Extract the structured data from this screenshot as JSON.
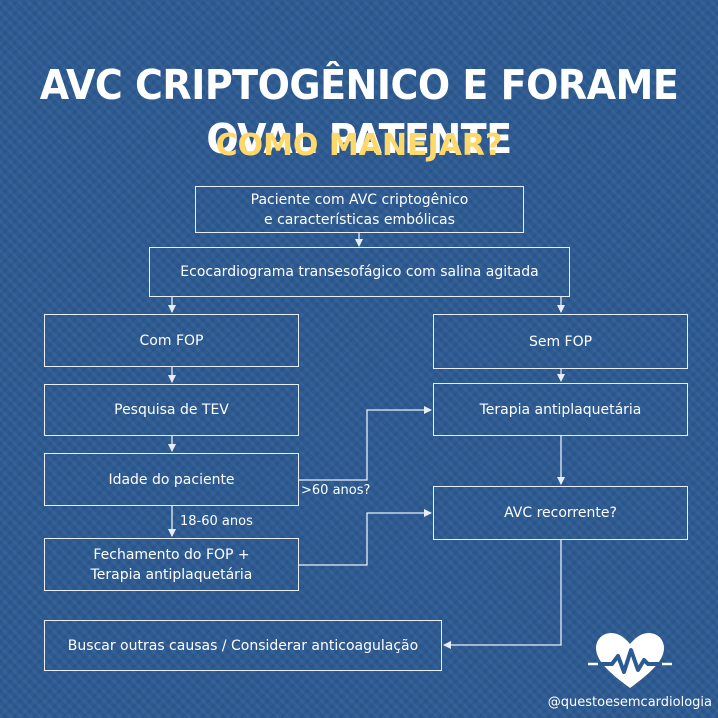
{
  "header": {
    "title": "AVC CRIPTOGÊNICO E FORAME OVAL PATENTE",
    "subtitle": "COMO MANEJAR?"
  },
  "nodes": {
    "start": "Paciente com AVC criptogênico\ne características embólicas",
    "echo": "Ecocardiograma transesofágico com salina agitada",
    "com_fop": "Com FOP",
    "sem_fop": "Sem FOP",
    "pesquisa_tev": "Pesquisa de TEV",
    "terapia_antiplaquetaria": "Terapia antiplaquetária",
    "idade": "Idade do paciente",
    "avc_recorrente": "AVC recorrente?",
    "fechamento": "Fechamento do FOP +\nTerapia antiplaquetária",
    "buscar": "Buscar outras causas / Considerar anticoagulação"
  },
  "edge_labels": {
    "age_over_60": ">60 anos?",
    "age_18_60": "18-60 anos"
  },
  "brand": {
    "handle": "@questoesemcardiologia",
    "logo_icon": "heart-pulse-icon"
  },
  "colors": {
    "background": "#2c5a92",
    "subtitle": "#ffd86a",
    "box_border": "#e9eef6"
  }
}
